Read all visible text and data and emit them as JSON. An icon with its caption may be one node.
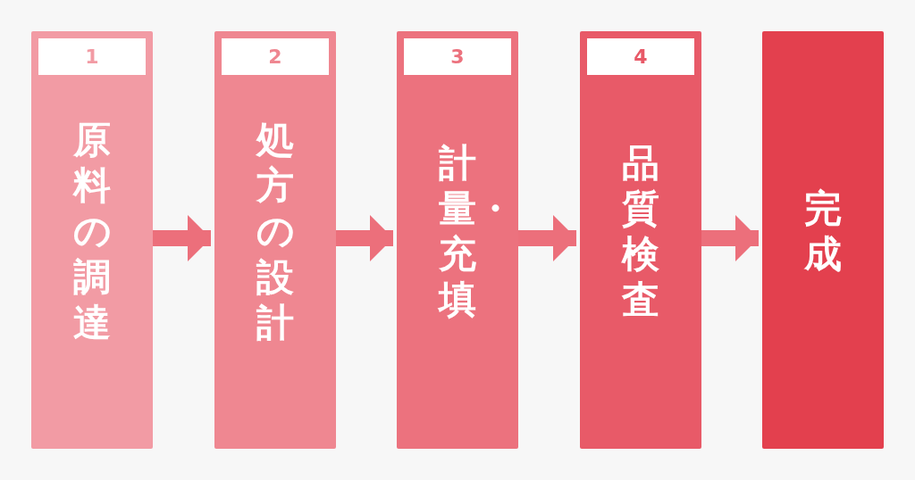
{
  "diagram": {
    "nodes": [
      {
        "text": [
          "1",
          "原料の調達"
        ]
      },
      {
        "text": [
          "2",
          "処方の設計"
        ]
      },
      {
        "text": [
          "3",
          "計量・充填"
        ]
      },
      {
        "text": [
          "4",
          "品質検査"
        ]
      },
      {
        "text": [
          "完成"
        ]
      }
    ],
    "edges": [
      {
        "from": 0,
        "to": 1,
        "arrow": "to"
      },
      {
        "from": 1,
        "to": 2,
        "arrow": "to"
      },
      {
        "from": 2,
        "to": 3,
        "arrow": "to"
      },
      {
        "from": 3,
        "to": 4,
        "arrow": "to"
      }
    ]
  }
}
